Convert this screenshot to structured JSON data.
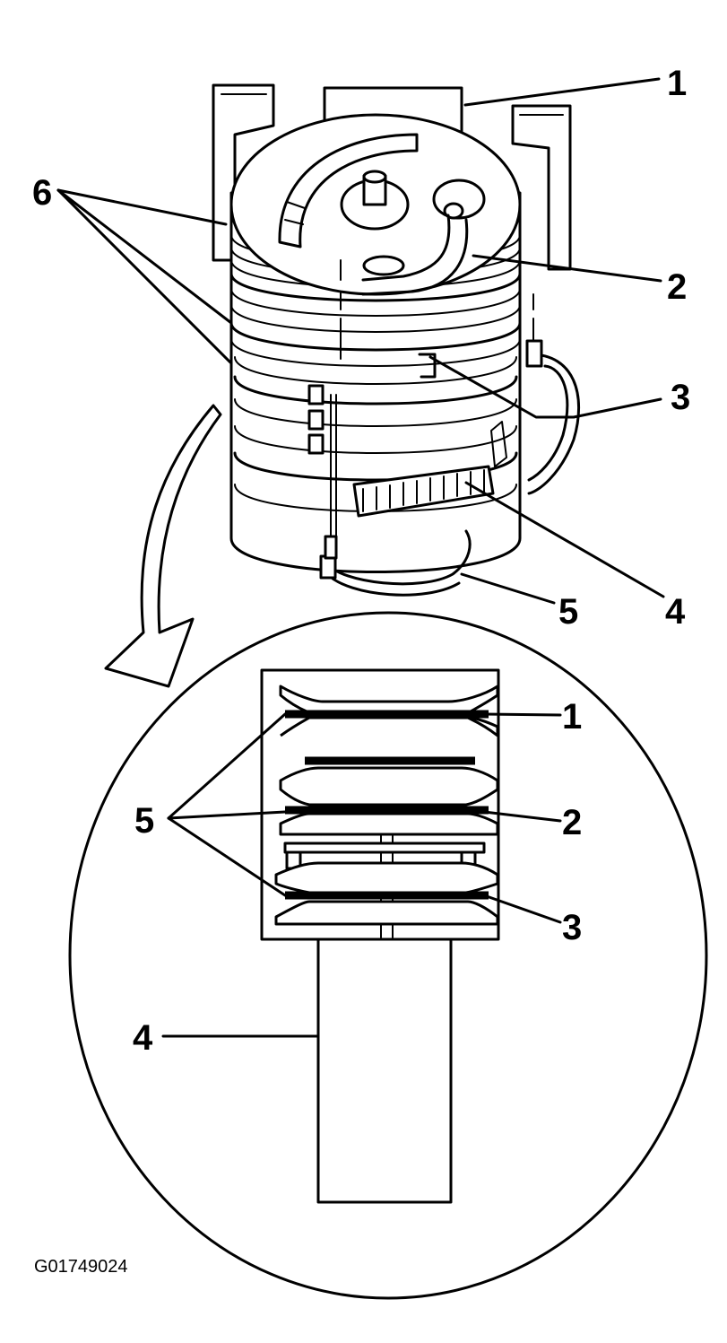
{
  "figure": {
    "id_code": "G01749024"
  },
  "top_view": {
    "callouts": [
      "1",
      "2",
      "3",
      "4",
      "5",
      "6"
    ]
  },
  "detail_view": {
    "callouts": [
      "1",
      "2",
      "3",
      "4",
      "5"
    ]
  },
  "colors": {
    "ink": "#000000",
    "paper": "#ffffff"
  }
}
